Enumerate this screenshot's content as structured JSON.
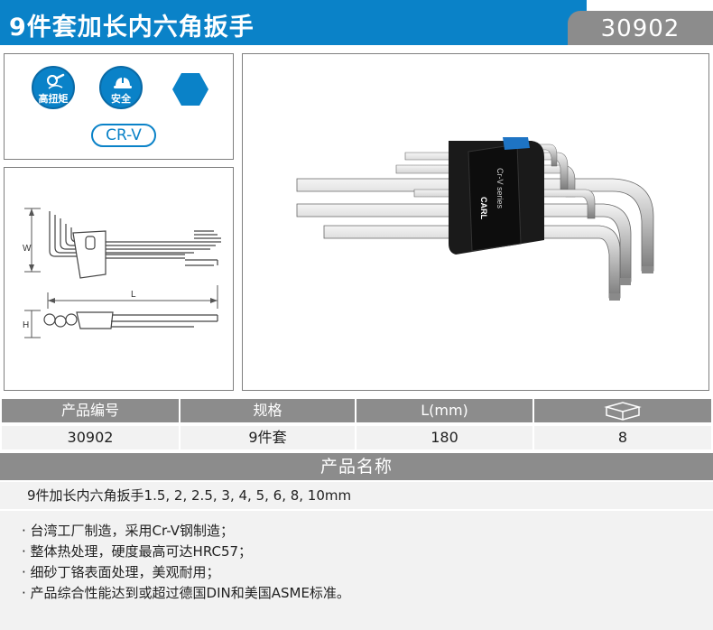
{
  "header": {
    "title": "9件套加长内六角扳手",
    "code": "30902"
  },
  "icons": {
    "torque_label": "高扭矩",
    "safety_label": "安全",
    "material_label": "CR-V",
    "accent": "#0a82c8"
  },
  "diagram": {
    "w_label": "W",
    "l_label": "L",
    "h_label": "H"
  },
  "photo": {
    "holder_text": "Cr-V series",
    "brand": "CARL"
  },
  "table": {
    "headers": [
      "产品编号",
      "规格",
      "L(mm)",
      "box-icon"
    ],
    "row": [
      "30902",
      "9件套",
      "180",
      "8"
    ]
  },
  "product_name": {
    "heading": "产品名称",
    "value": "9件加长内六角扳手1.5, 2, 2.5, 3, 4, 5, 6, 8, 10mm"
  },
  "features": [
    "· 台湾工厂制造，采用Cr-V钢制造；",
    "· 整体热处理，硬度最高可达HRC57；",
    "· 细砂丁铬表面处理，美观耐用；",
    "· 产品综合性能达到或超过德国DIN和美国ASME标准。"
  ]
}
